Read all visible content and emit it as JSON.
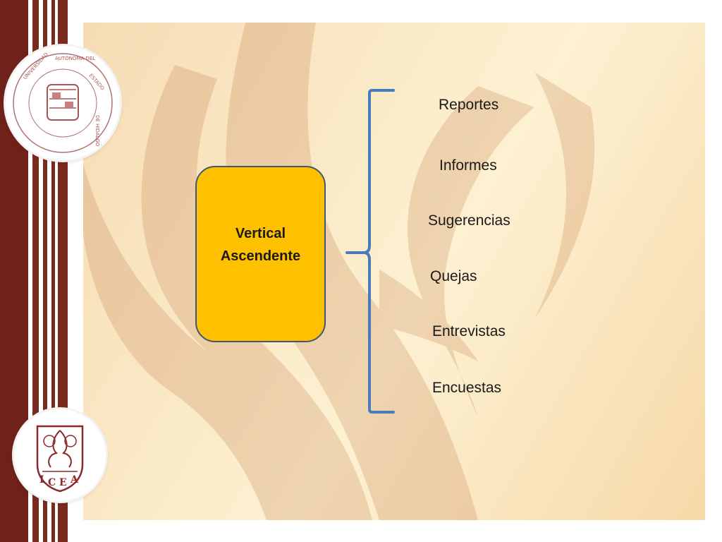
{
  "diagram": {
    "center_box": {
      "line1": "Vertical",
      "line2": "Ascendente"
    },
    "items": [
      "Reportes",
      "Informes",
      "Sugerencias",
      "Quejas",
      "Entrevistas",
      "Encuestas"
    ]
  },
  "seals": {
    "top": {
      "ring_text": "UNIVERSIDAD AUTÓNOMA DEL ESTADO DE HIDALGO"
    },
    "bottom": {
      "letters": "ICEA"
    }
  },
  "colors": {
    "border_brown": "#7a2a1f",
    "box_fill": "#ffc000",
    "box_border": "#41577a",
    "brace": "#4a7ab8",
    "watermark": "#c98a5a"
  }
}
